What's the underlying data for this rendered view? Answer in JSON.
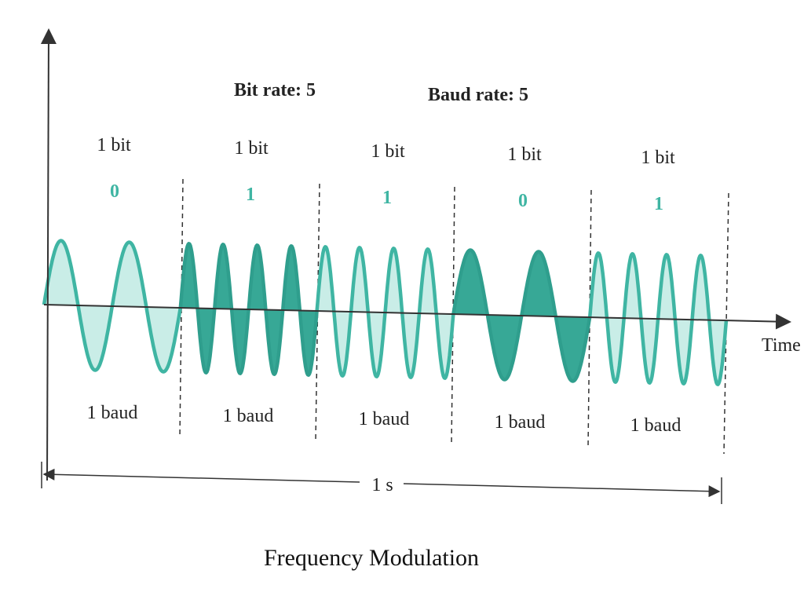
{
  "header": {
    "bit_rate": "Bit rate: 5",
    "baud_rate": "Baud rate: 5"
  },
  "segments": [
    {
      "bit_label": "1 bit",
      "value": "0",
      "baud_label": "1 baud",
      "cycles": 2
    },
    {
      "bit_label": "1 bit",
      "value": "1",
      "baud_label": "1 baud",
      "cycles": 4
    },
    {
      "bit_label": "1 bit",
      "value": "1",
      "baud_label": "1 baud",
      "cycles": 4
    },
    {
      "bit_label": "1 bit",
      "value": "0",
      "baud_label": "1 baud",
      "cycles": 2
    },
    {
      "bit_label": "1 bit",
      "value": "1",
      "baud_label": "1 baud",
      "cycles": 4
    }
  ],
  "axis": {
    "time_label": "Time",
    "duration_label": "1 s"
  },
  "caption": "Frequency Modulation",
  "colors": {
    "wave": "#3fb5a3",
    "wave_dark": "#2f9e8d",
    "fill_light": "#c9ede7",
    "fill_dark": "#37a896",
    "axis": "#333333"
  }
}
